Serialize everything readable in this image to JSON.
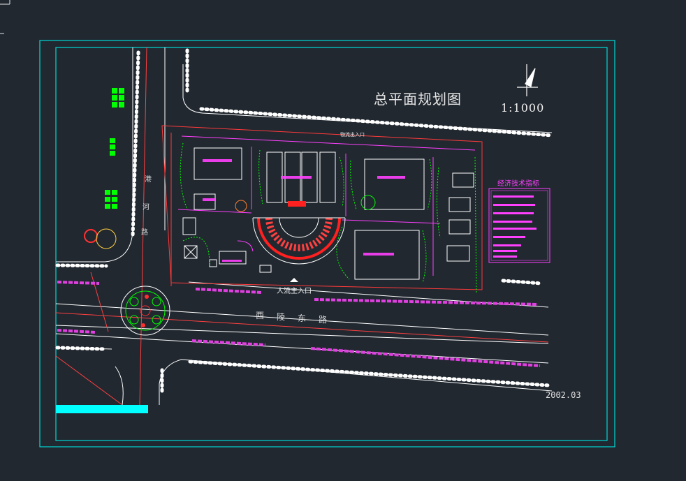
{
  "drawing": {
    "title": "总平面规划图",
    "scale": "1:1000",
    "date": "2002.03"
  },
  "labels": {
    "main_entrance": "人流主入口",
    "north_entrance": "物流出入口",
    "road_south": [
      "西",
      "陵",
      "东",
      "路"
    ],
    "road_west": [
      "港",
      "河",
      "路"
    ],
    "econ_table_title": "经济技术指标"
  },
  "colors": {
    "background": "#212830",
    "frame": "#00d8d8",
    "road_line": "#ffffff",
    "site_boundary": "#ff3a3a",
    "building": "#ffffff",
    "landscape": "#00ff00",
    "magenta": "#ff40ff",
    "accent_bar": "#00ffff"
  },
  "icons": [
    "north-arrow-icon"
  ]
}
